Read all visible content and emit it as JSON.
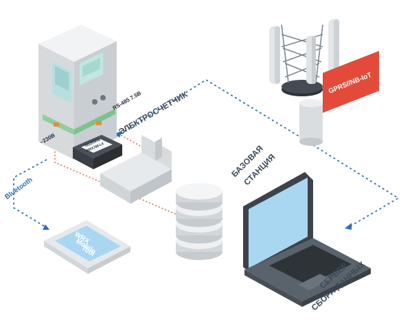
{
  "labels": {
    "meter": "ЭЛЕКТРОСЧЕТЧИК",
    "rs485": "RS-485 7.5В",
    "voltage": "~230В",
    "bluetooth": "Bluetooth",
    "base_station_line1": "БАЗОВАЯ",
    "base_station_line2": "СТАНЦИЯ",
    "gprs_banner": "GPRS//NB-IoT",
    "server_line1": "СЕРВЕР",
    "server_line2": "СБОРА ДАННЫХ",
    "phone_app_line1": "WRX",
    "phone_app_line2": "Mobile",
    "phone_app_line3": "Tool",
    "module_line1": "TELEOFIS",
    "module_line2": "WRX768-L4"
  },
  "colors": {
    "connector_blue": "#2f6fb7",
    "wire_red": "#e07a5f",
    "banner_red": "#e44a3a",
    "screen_blue": "#a9d7f2",
    "cabinet_grey": "#d9dde1"
  }
}
